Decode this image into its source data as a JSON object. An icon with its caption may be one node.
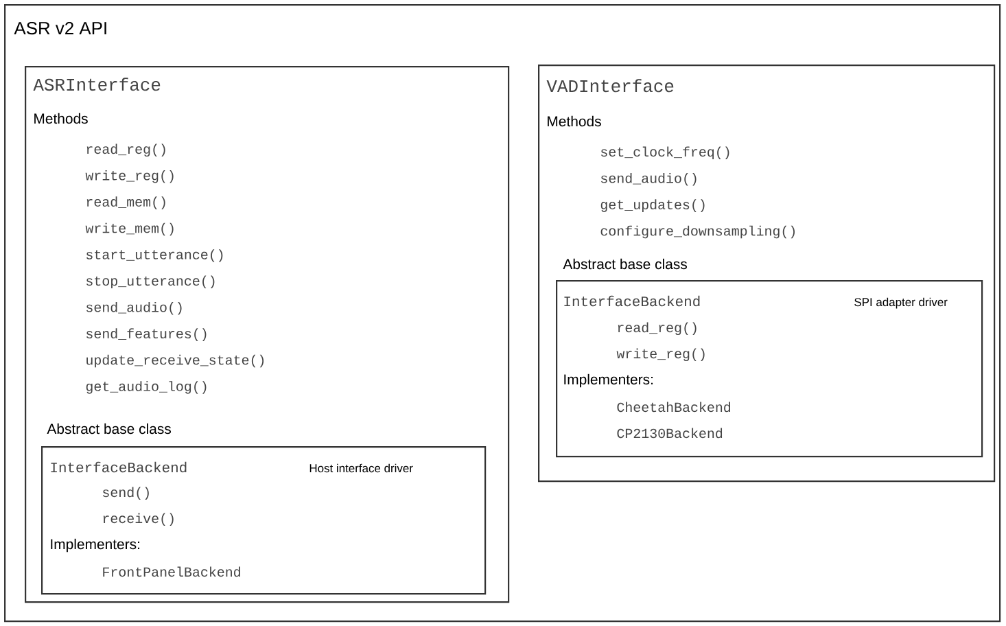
{
  "diagram": {
    "nodes": [
      {
        "text": [
          "ASR v2 API"
        ]
      },
      {
        "text": [
          "ASRInterface",
          "Methods",
          "read_reg()",
          "write_reg()",
          "read_mem()",
          "write_mem()",
          "start_utterance()",
          "stop_utterance()",
          "send_audio()",
          "send_features()",
          "update_receive_state()",
          "get_audio_log()"
        ],
        "in": 0
      },
      {
        "text": [
          "Abstract base class",
          "InterfaceBackend",
          "Host interface driver",
          "send()",
          "receive()",
          "Implementers:",
          "FrontPanelBackend"
        ],
        "in": 1
      },
      {
        "text": [
          "VADInterface",
          "Methods",
          "set_clock_freq()",
          "send_audio()",
          "get_updates()",
          "configure_downsampling()"
        ],
        "in": 0
      },
      {
        "text": [
          "Abstract base class",
          "InterfaceBackend",
          "SPI adapter driver",
          "read_reg()",
          "write_reg()",
          "Implementers:",
          "CheetahBackend",
          "CP2130Backend"
        ],
        "in": 3
      }
    ]
  }
}
